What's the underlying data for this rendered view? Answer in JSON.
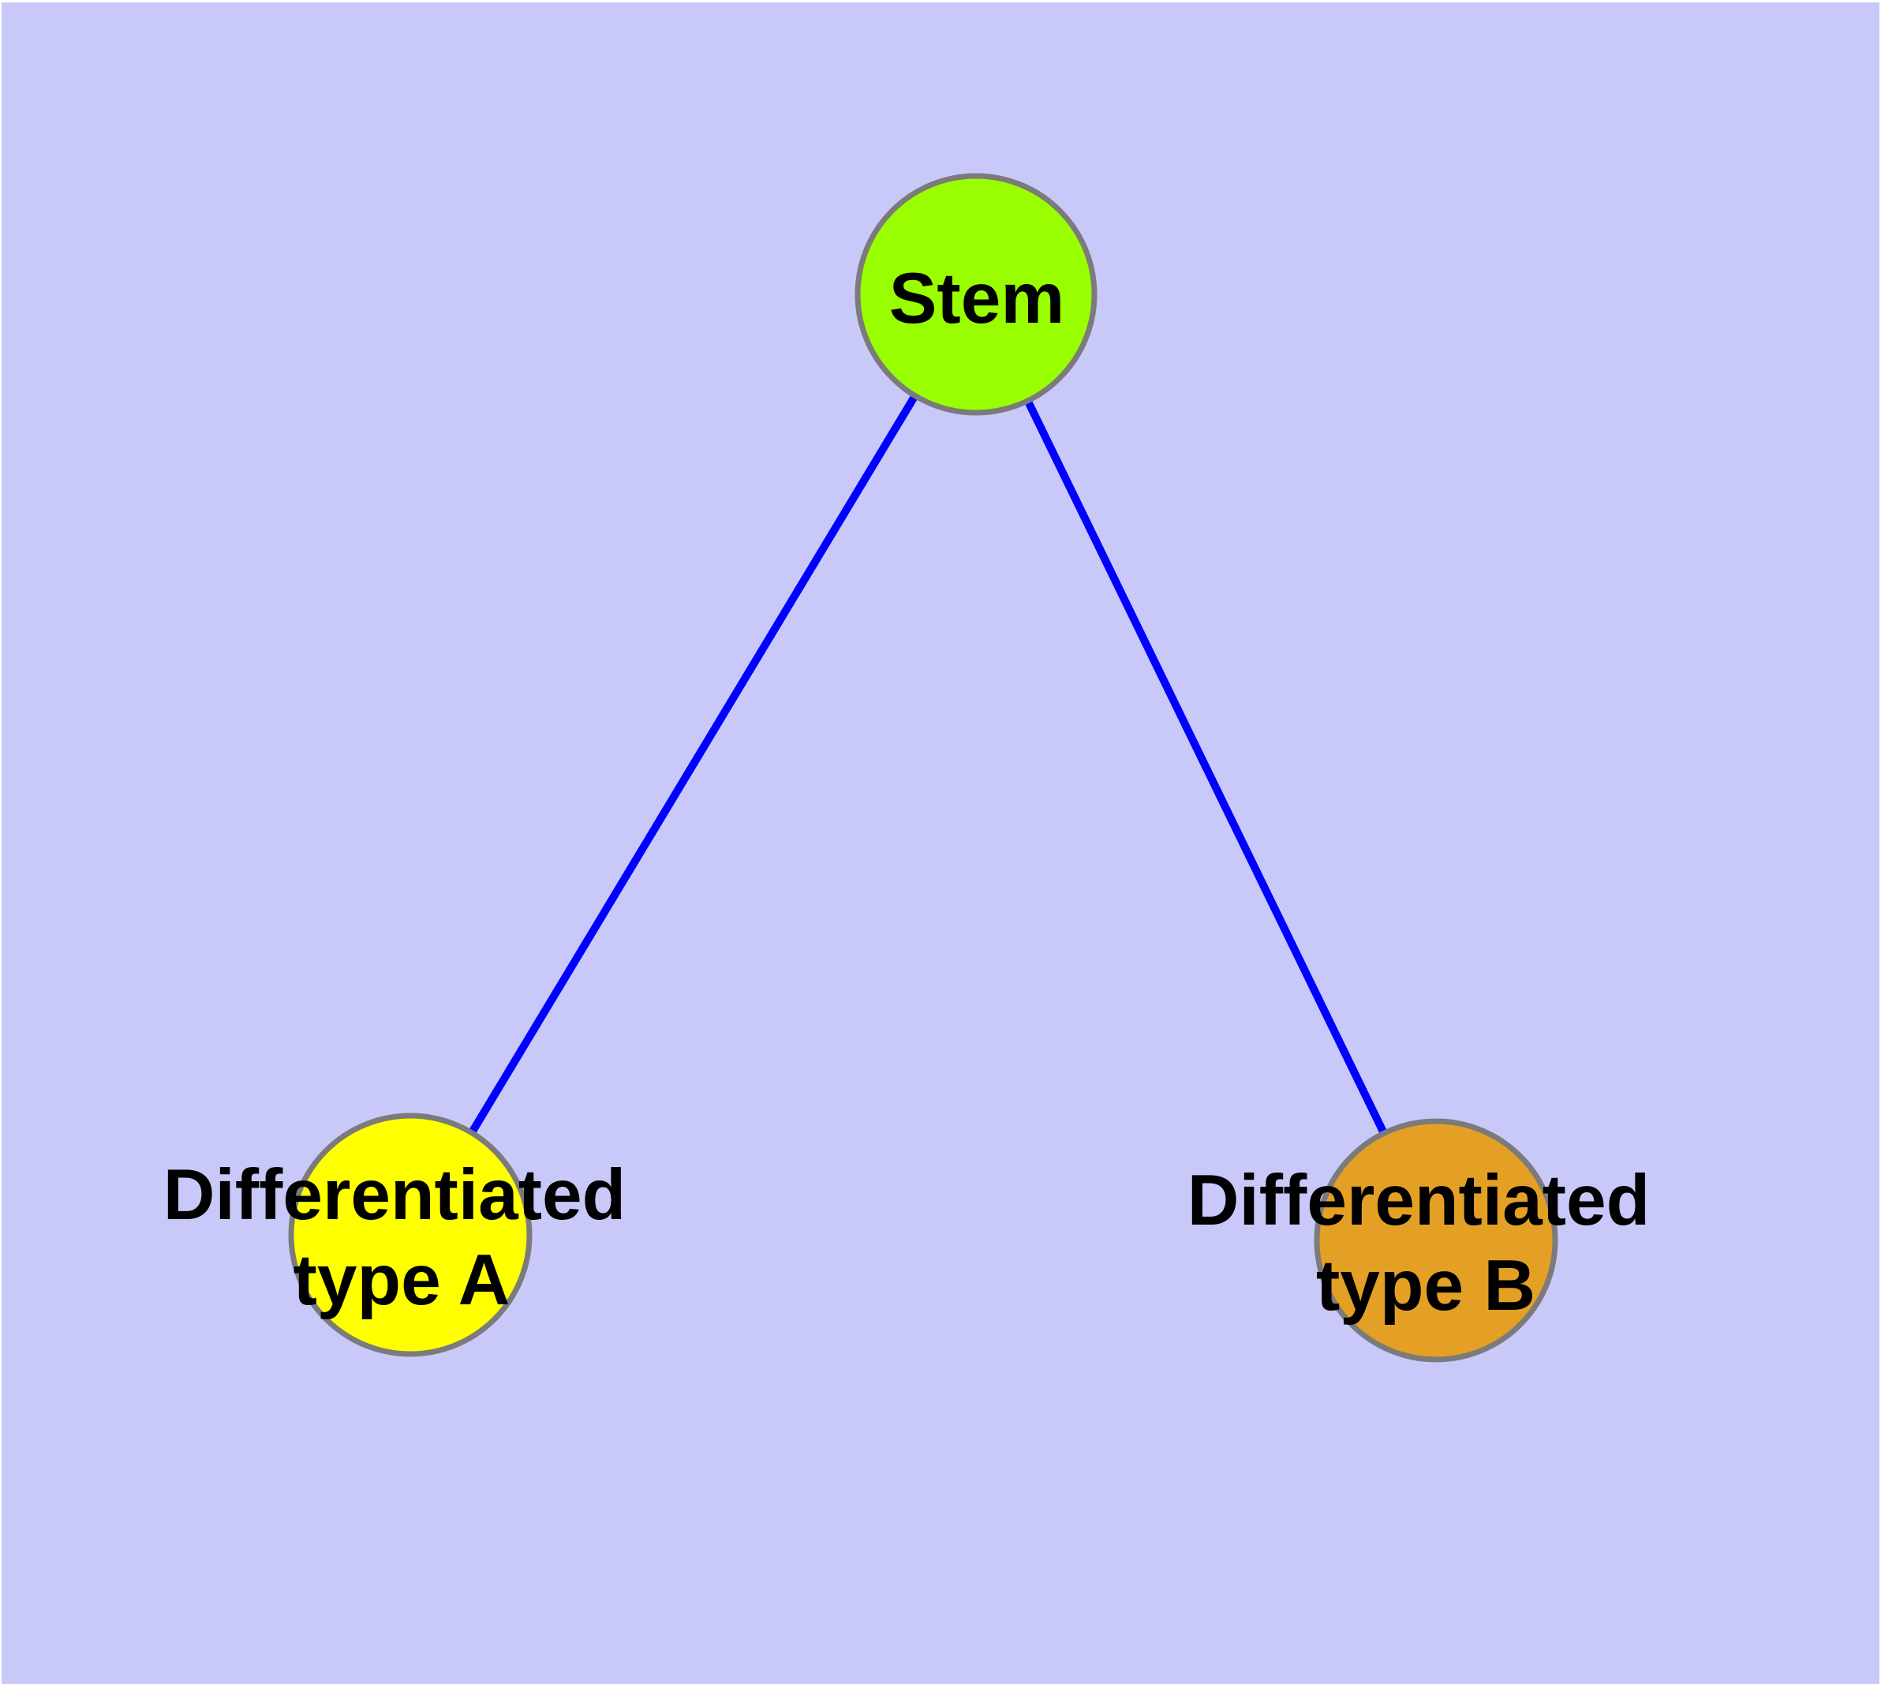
{
  "diagram": {
    "type": "graph",
    "description": "Stem cell differentiation tree with one root node and two differentiated child nodes",
    "background_color": "#C9C9F9",
    "page_margin_color": "#ffffff",
    "edge_color": "#0000FF",
    "node_border_color": "#7B7B7B",
    "label_color": "#000000",
    "nodes": [
      {
        "id": "stem",
        "label": "Stem",
        "label_lines": [
          "Stem"
        ],
        "fill": "#99FF00"
      },
      {
        "id": "differentiated-type-a",
        "label": "Differentiated type A",
        "label_lines": [
          "Differentiated",
          "type A"
        ],
        "fill": "#FFFF00"
      },
      {
        "id": "differentiated-type-b",
        "label": "Differentiated type B",
        "label_lines": [
          "Differentiated",
          "type B"
        ],
        "fill": "#E4A024"
      }
    ],
    "edges": [
      {
        "from": "Stem",
        "to": "Differentiated type A"
      },
      {
        "from": "Stem",
        "to": "Differentiated type B"
      }
    ]
  }
}
